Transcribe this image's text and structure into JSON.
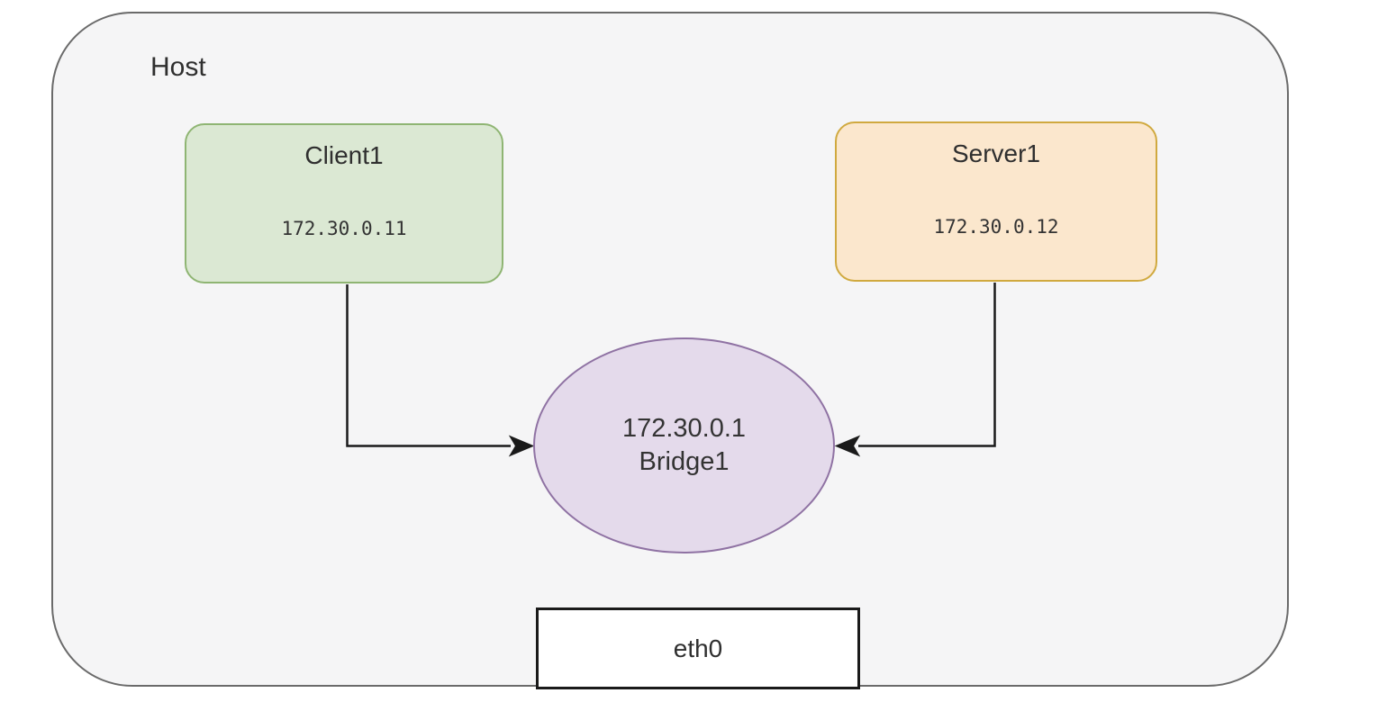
{
  "diagram": {
    "type": "network-topology",
    "host": {
      "label": "Host"
    },
    "nodes": {
      "client1": {
        "label": "Client1",
        "ip": "172.30.0.11"
      },
      "server1": {
        "label": "Server1",
        "ip": "172.30.0.12"
      },
      "bridge1": {
        "ip": "172.30.0.1",
        "label": "Bridge1"
      },
      "eth0": {
        "label": "eth0"
      }
    },
    "edges": [
      {
        "from": "Client1",
        "to": "Bridge1",
        "style": "elbow-arrow"
      },
      {
        "from": "Server1",
        "to": "Bridge1",
        "style": "elbow-arrow"
      }
    ],
    "colors": {
      "host_fill": "#f5f5f6",
      "host_border": "#6a6a6a",
      "client_fill": "#dbe8d3",
      "client_border": "#8fb573",
      "server_fill": "#fbe7cd",
      "server_border": "#d0a93f",
      "bridge_fill": "#e4daeb",
      "bridge_border": "#8f72a3",
      "eth_fill": "#ffffff",
      "eth_border": "#1a1a1a",
      "connector": "#1a1a1a"
    }
  }
}
